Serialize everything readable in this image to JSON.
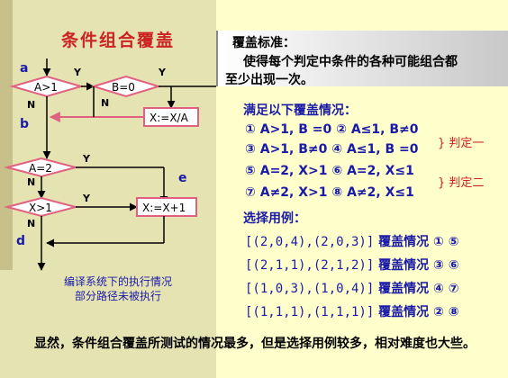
{
  "title": "条件组合覆盖",
  "header": {
    "line1": "覆盖标准：",
    "line2": "使得每个判定中条件的各种可能组合都",
    "line3": "至少出现一次。"
  },
  "flowchart": {
    "label_a": "a",
    "label_b": "b",
    "label_d": "d",
    "label_e": "e",
    "cond1": "A>1",
    "cond2": "B=0",
    "cond3": "A=2",
    "cond4": "X>1",
    "action1": "X:=X/A",
    "action2": "X:=X+1",
    "yes": "Y",
    "no": "N"
  },
  "note": {
    "line1": "编译系统下的执行情况",
    "line2": "部分路径未被执行"
  },
  "conditions": {
    "heading": "满足以下覆盖情况：",
    "row1": "① A>1, B =0   ② A≤1, B≠0",
    "row2": "③ A>1, B≠0  ④ A≤1, B =0",
    "row3": "⑤ A=2, X>1    ⑥ A=2,  X≤1",
    "row4": "⑦ A≠2, X>1  ⑧ A≠2, X≤1",
    "brace1": "} 判定一",
    "brace2": "} 判定二"
  },
  "cases": {
    "heading": "选择用例：",
    "rows": [
      {
        "data": "[(2,0,4),(2,0,3)]",
        "label": "覆盖情况",
        "nums": "① ⑤"
      },
      {
        "data": "[(2,1,1),(2,1,2)]",
        "label": "覆盖情况",
        "nums": "③ ⑥"
      },
      {
        "data": "[(1,0,3),(1,0,4)]",
        "label": "覆盖情况",
        "nums": "④ ⑦"
      },
      {
        "data": "[(1,1,1),(1,1,1)]",
        "label": "覆盖情况",
        "nums": "② ⑧"
      }
    ]
  },
  "conclusion": "显然，条件组合覆盖所测试的情况最多，但是选择用例较多，相对难度也大些。"
}
